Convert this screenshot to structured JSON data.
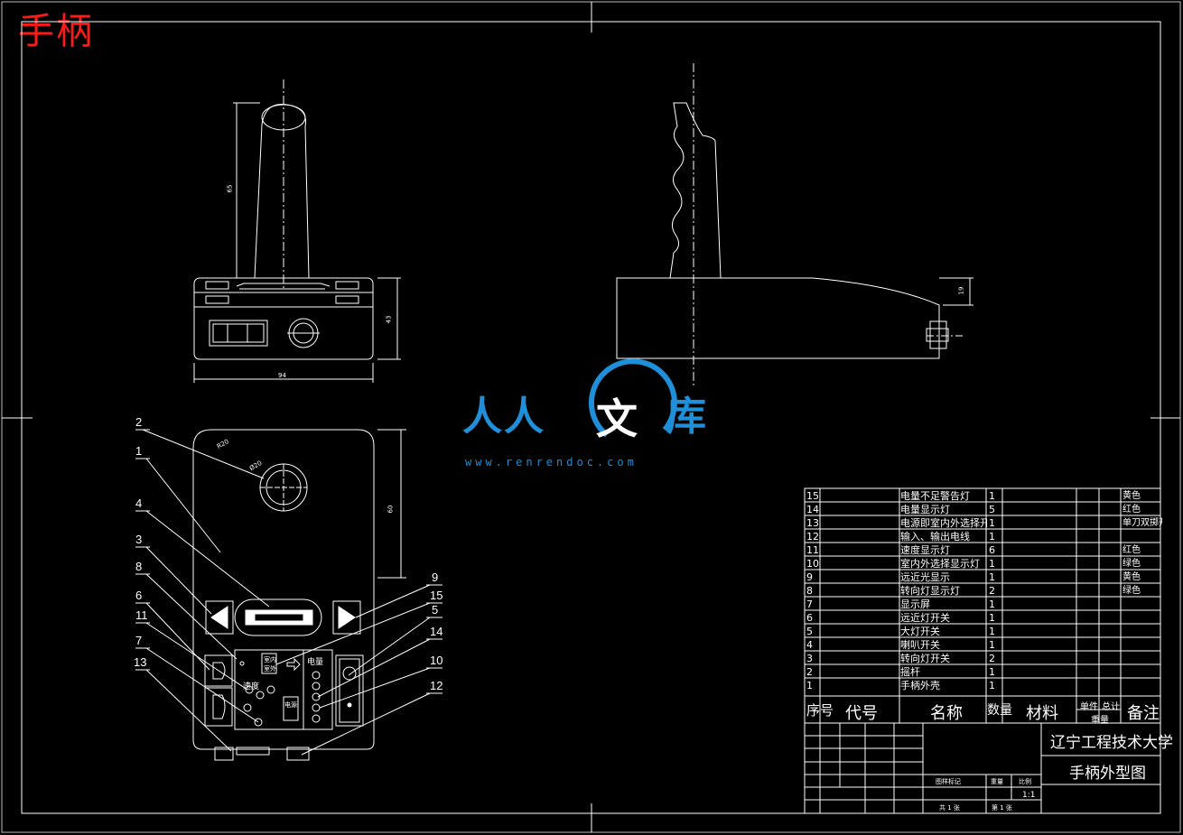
{
  "sheet": {
    "corner_title": "手柄",
    "watermark": {
      "ren": "人人",
      "wen": "文",
      "ku": "库",
      "url": "www.renrendoc.com"
    }
  },
  "bom": {
    "rows": [
      {
        "no": "15",
        "name": "电量不足警告灯",
        "qty": "1",
        "note": "黄色"
      },
      {
        "no": "14",
        "name": "电量显示灯",
        "qty": "5",
        "note": "红色"
      },
      {
        "no": "13",
        "name": "电源即室内外选择开关",
        "qty": "1",
        "note": "单刀双掷开关"
      },
      {
        "no": "12",
        "name": "输入、输出电线",
        "qty": "1",
        "note": ""
      },
      {
        "no": "11",
        "name": "速度显示灯",
        "qty": "6",
        "note": "红色"
      },
      {
        "no": "10",
        "name": "室内外选择显示灯",
        "qty": "1",
        "note": "绿色"
      },
      {
        "no": "9",
        "name": "远近光显示",
        "qty": "1",
        "note": "黄色"
      },
      {
        "no": "8",
        "name": "转向灯显示灯",
        "qty": "2",
        "note": "绿色"
      },
      {
        "no": "7",
        "name": "显示屏",
        "qty": "1",
        "note": ""
      },
      {
        "no": "6",
        "name": "远近灯开关",
        "qty": "1",
        "note": ""
      },
      {
        "no": "5",
        "name": "大灯开关",
        "qty": "1",
        "note": ""
      },
      {
        "no": "4",
        "name": "喇叭开关",
        "qty": "1",
        "note": ""
      },
      {
        "no": "3",
        "name": "转向灯开关",
        "qty": "2",
        "note": ""
      },
      {
        "no": "2",
        "name": "摇杆",
        "qty": "1",
        "note": ""
      },
      {
        "no": "1",
        "name": "手柄外壳",
        "qty": "1",
        "note": ""
      }
    ],
    "header": {
      "no": "序号",
      "code": "代号",
      "name": "名称",
      "qty": "数量",
      "material": "材料",
      "unit_weight": "单件",
      "total_weight": "总计",
      "weight": "重量",
      "remark": "备注"
    }
  },
  "title_block": {
    "school": "辽宁工程技术大学",
    "drawing_name": "手柄外型图",
    "scale": "1:1",
    "labels": {
      "stage": "图样标记",
      "weight": "重量",
      "scale": "比例",
      "sheets": "共 1 张",
      "sheet": "第 1 张"
    }
  },
  "callouts": [
    "2",
    "1",
    "4",
    "3",
    "8",
    "6",
    "11",
    "7",
    "13",
    "9",
    "15",
    "5",
    "14",
    "10",
    "12"
  ],
  "panel": {
    "speed": "速度",
    "battery": "电量",
    "indoor": "室内",
    "outdoor": "室外",
    "power": "电源"
  },
  "dims": {
    "d1": "94",
    "d2": "43",
    "d3": "65",
    "d4": "19",
    "d5": "R20",
    "d6": "Ø20",
    "d7": "60"
  }
}
